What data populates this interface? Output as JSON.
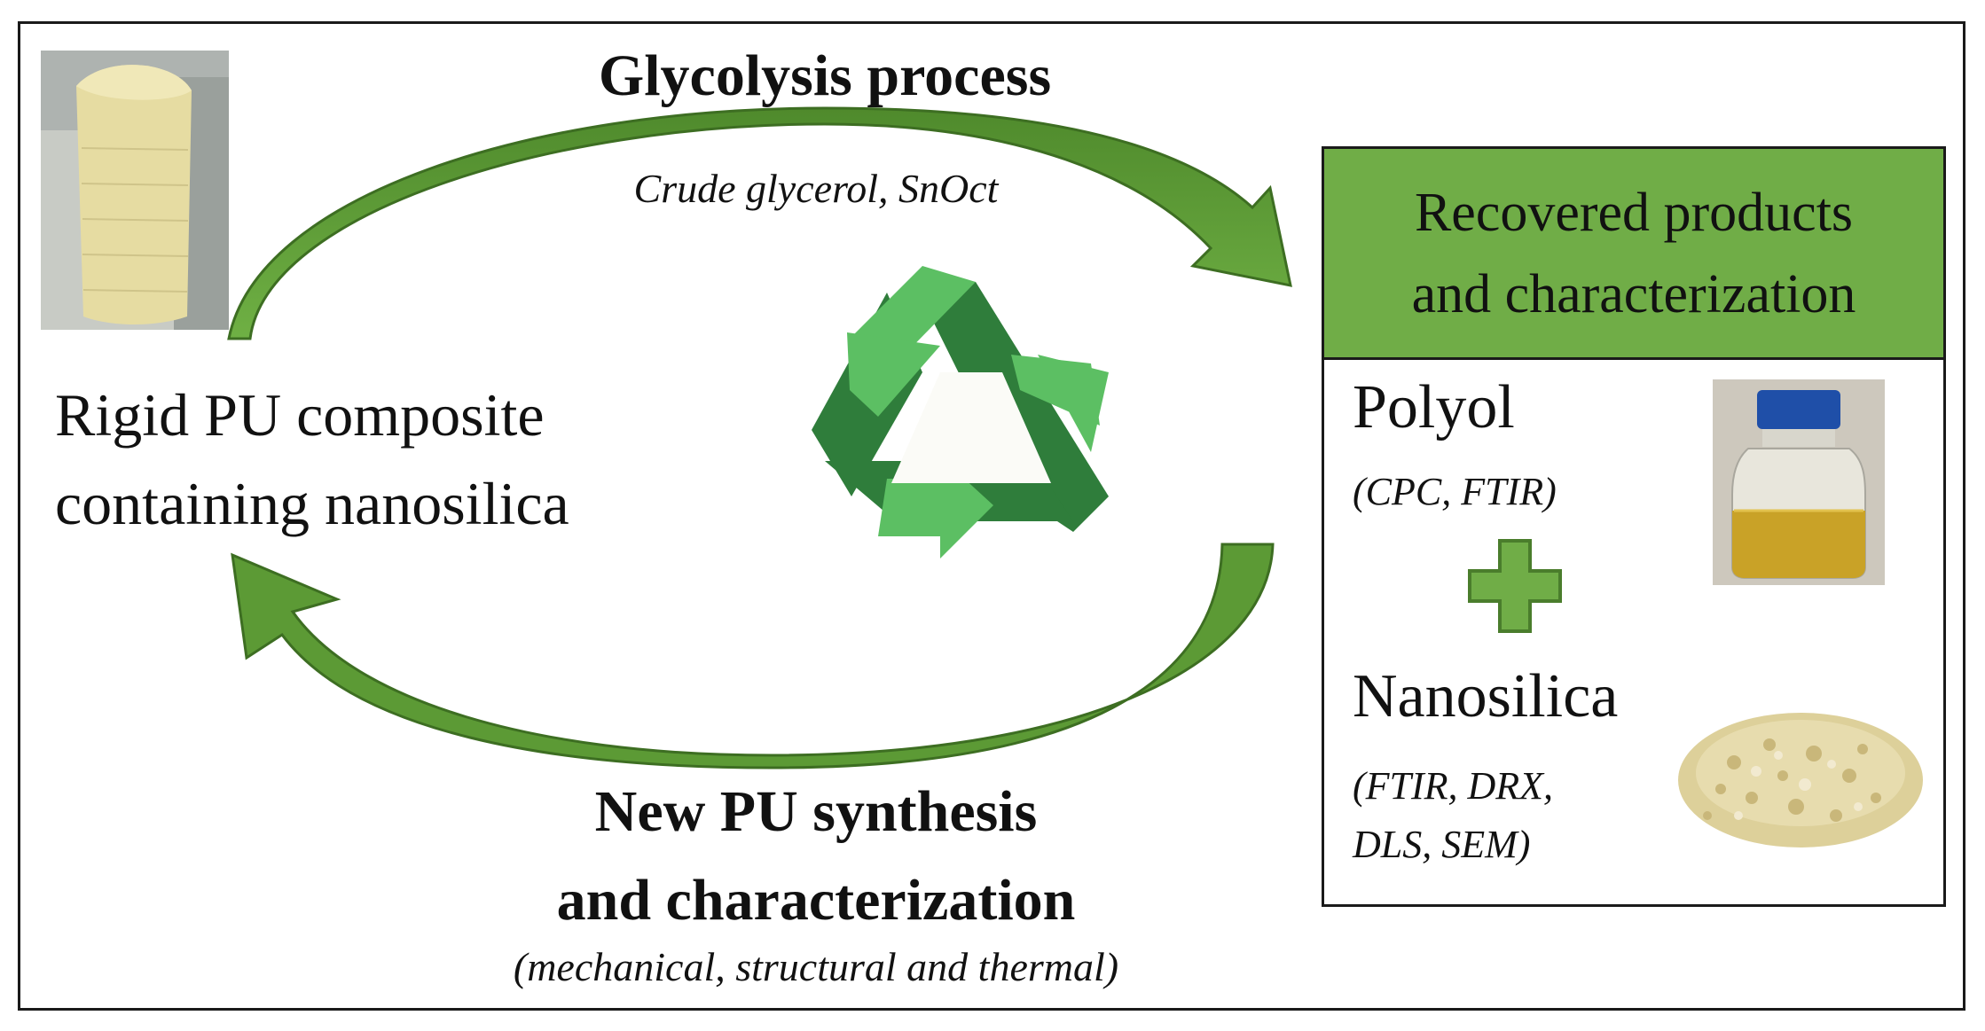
{
  "process_top": {
    "title": "Glycolysis process",
    "subtitle": "Crude glycerol, SnOct"
  },
  "left_node": {
    "line1": "Rigid PU composite",
    "line2": "containing nanosilica"
  },
  "process_bottom": {
    "title_line1": "New PU synthesis",
    "title_line2": "and characterization",
    "subtitle": "(mechanical, structural and thermal)"
  },
  "recovered": {
    "header_line1": "Recovered products",
    "header_line2": "and characterization",
    "products": [
      {
        "name": "Polyol",
        "techniques": [
          "(CPC, FTIR)"
        ]
      },
      {
        "name": "Nanosilica",
        "techniques": [
          "(FTIR, DRX,",
          "DLS, SEM)"
        ]
      }
    ],
    "plus_symbol": "+"
  },
  "colors": {
    "arrow_green": "#5c9a35",
    "arrow_dark": "#3d6e22",
    "header_green": "#70ad47",
    "recycle_dark": "#2f7d3b",
    "recycle_light": "#5cbf63",
    "plus_green": "#70ad47"
  },
  "icons": {
    "center": "recycle-icon",
    "plus": "plus-icon"
  }
}
